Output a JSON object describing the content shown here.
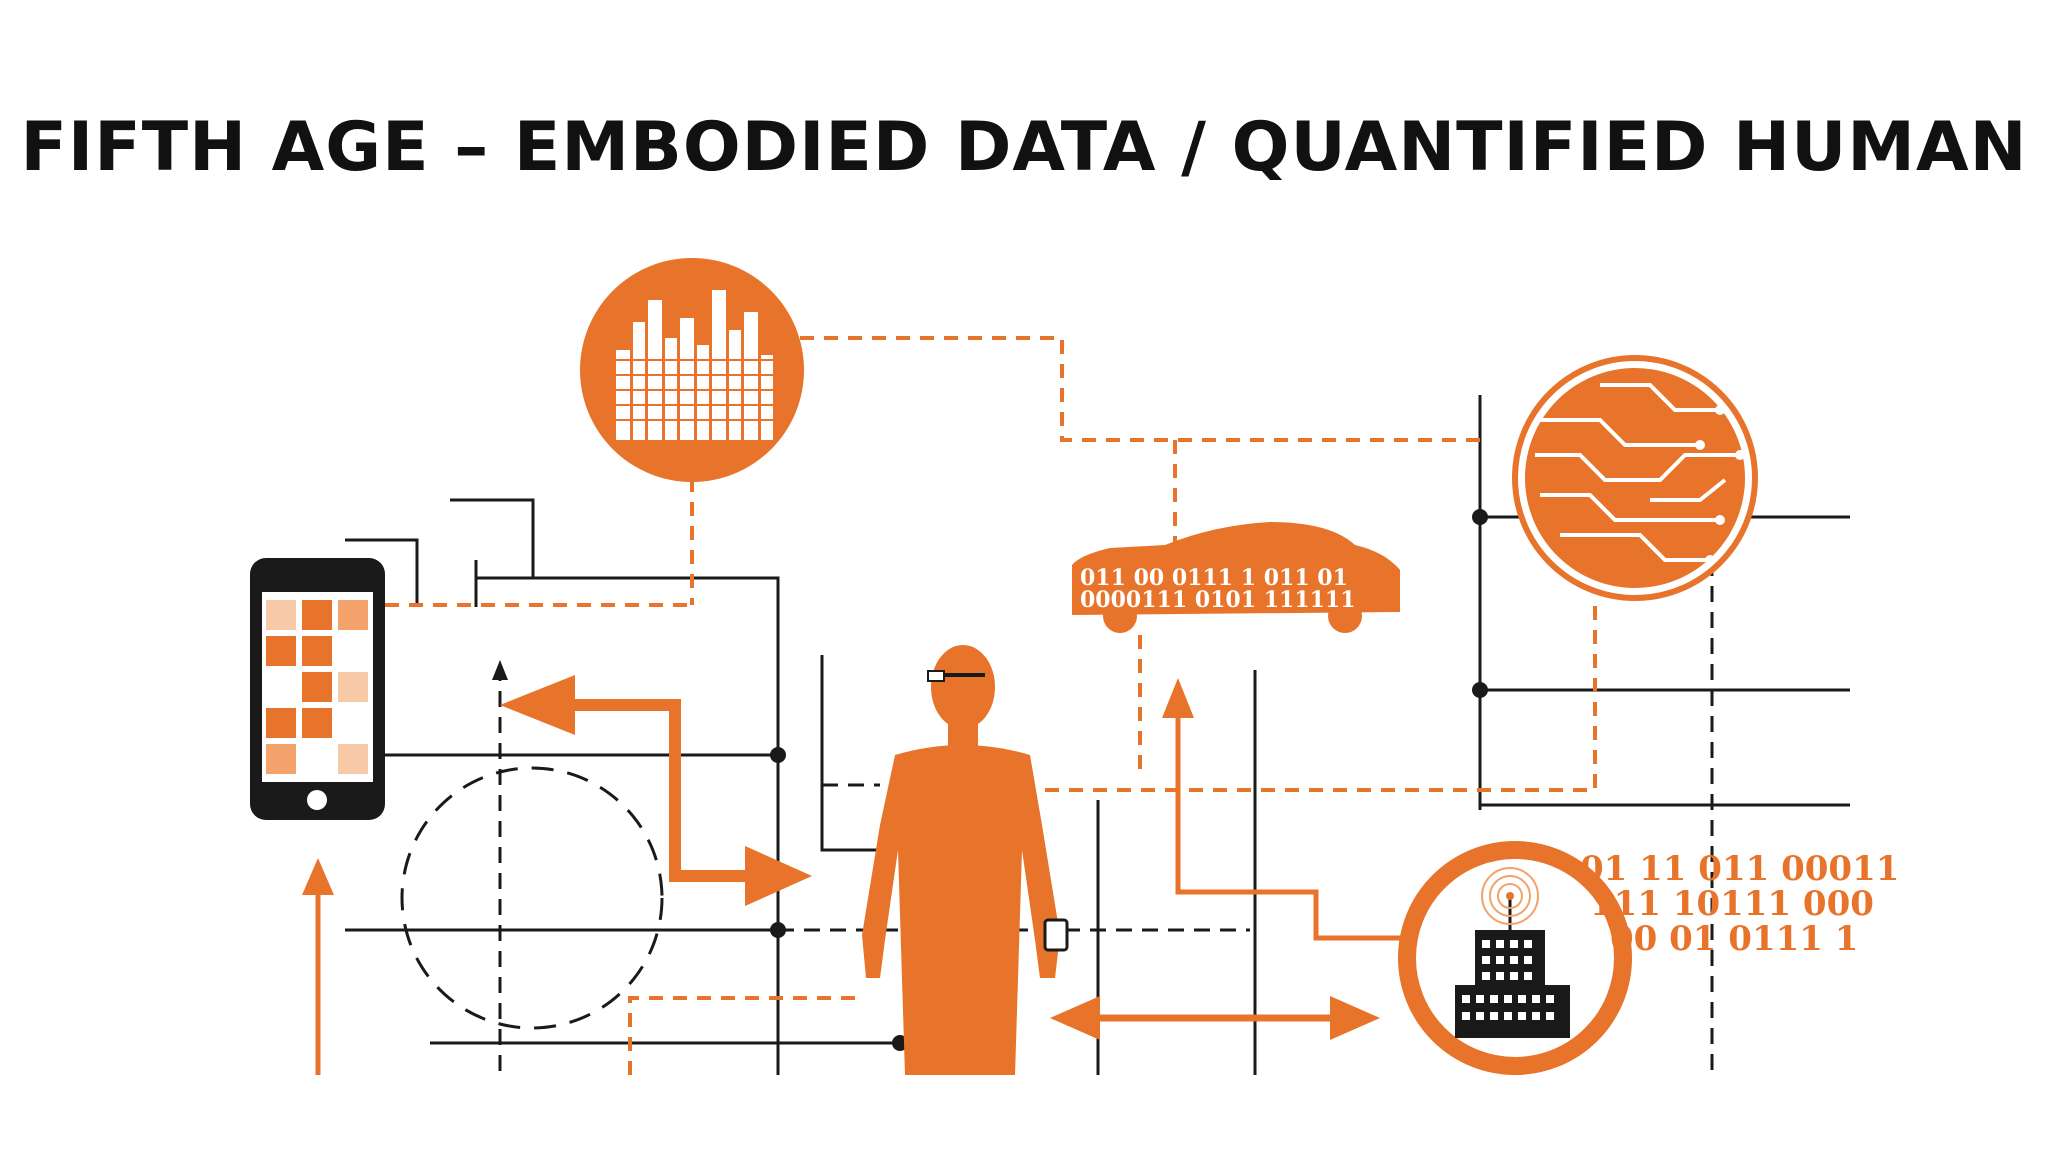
{
  "title": "FIFTH AGE – EMBODIED DATA / QUANTIFIED HUMAN",
  "colors": {
    "accent": "#E8732A",
    "accent_light": "#F4A26B",
    "accent_pale": "#F8C9A6",
    "line": "#1a1a1a",
    "background": "#ffffff"
  },
  "car_binary": [
    "011 00 0111 1 011 01",
    "0000111 0101 111111"
  ],
  "binary_stream": [
    "01 11 011 00011",
    "111 10111 000",
    "00 01 0111 1"
  ],
  "icons": {
    "city": "city-skyline-icon",
    "circuit": "circuit-board-icon",
    "car": "car-icon",
    "phone": "smartphone-icon",
    "person": "person-icon",
    "building": "office-building-icon",
    "antenna": "signal-antenna-icon"
  }
}
